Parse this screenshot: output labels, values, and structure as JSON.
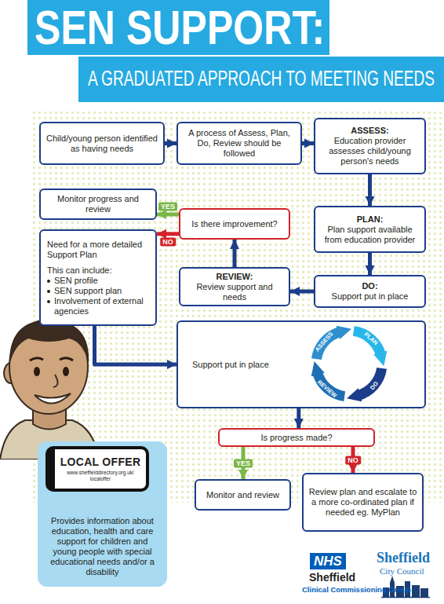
{
  "diagram": {
    "title": "SEN SUPPORT:",
    "nodes": [
      {
        "text": [
          "Child/young person identified as having needs"
        ]
      },
      {
        "text": [
          "A process of Assess, Plan, Do, Review should be followed"
        ]
      },
      {
        "text": [
          "ASSESS:",
          "Education provider assesses child/young person's needs"
        ]
      },
      {
        "text": [
          "Monitor progress and review"
        ]
      },
      {
        "text": [
          "Is there improvement?"
        ]
      },
      {
        "text": [
          "PLAN:",
          "Plan support available from education provider"
        ]
      },
      {
        "text": [
          "Need for a more detailed Support Plan",
          "This can include:",
          "SEN profile",
          "SEN support plan",
          "Involvement of external agencies"
        ]
      },
      {
        "text": [
          "REVIEW:",
          "Review support and needs"
        ]
      },
      {
        "text": [
          "DO:",
          "Support put in place"
        ]
      },
      {
        "text": [
          "Support put in place"
        ]
      },
      {
        "text": [
          "Is progress made?"
        ]
      },
      {
        "text": [
          "Monitor and review"
        ]
      },
      {
        "text": [
          "Review plan and escalate to a more co-ordinated plan if needed eg. MyPlan"
        ]
      },
      {
        "text": [
          "Provides information about education, health and care support for children and young people with special educational needs and/or a disability"
        ]
      },
      {
        "text": [
          "LOCAL OFFER",
          "www.sheffielddirectory.org.uk/ localoffer"
        ],
        "in": 13
      }
    ],
    "edges": [
      {
        "from": 0,
        "to": 1,
        "arrow": "to"
      },
      {
        "from": 1,
        "to": 2,
        "arrow": "to"
      },
      {
        "from": 2,
        "to": 5,
        "arrow": "to"
      },
      {
        "from": 5,
        "to": 8,
        "arrow": "to"
      },
      {
        "from": 8,
        "to": 7,
        "arrow": "to"
      },
      {
        "from": 7,
        "to": 4,
        "arrow": "to"
      },
      {
        "from": 4,
        "to": 3,
        "label": "YES",
        "arrow": "to"
      },
      {
        "from": 4,
        "to": 6,
        "label": "NO",
        "arrow": "to"
      },
      {
        "from": 6,
        "to": 9,
        "arrow": "to"
      },
      {
        "from": 9,
        "to": 10,
        "arrow": "to"
      },
      {
        "from": 10,
        "to": 11,
        "label": "YES",
        "arrow": "to"
      },
      {
        "from": 10,
        "to": 12,
        "label": "NO",
        "arrow": "to"
      }
    ],
    "labels": [
      "A GRADUATED APPROACH TO MEETING NEEDS",
      "ASSESS",
      "PLAN",
      "DO",
      "REVIEW",
      "NHS",
      "Sheffield",
      "Clinical Commissioning Group",
      "Sheffield",
      "City Council"
    ]
  }
}
